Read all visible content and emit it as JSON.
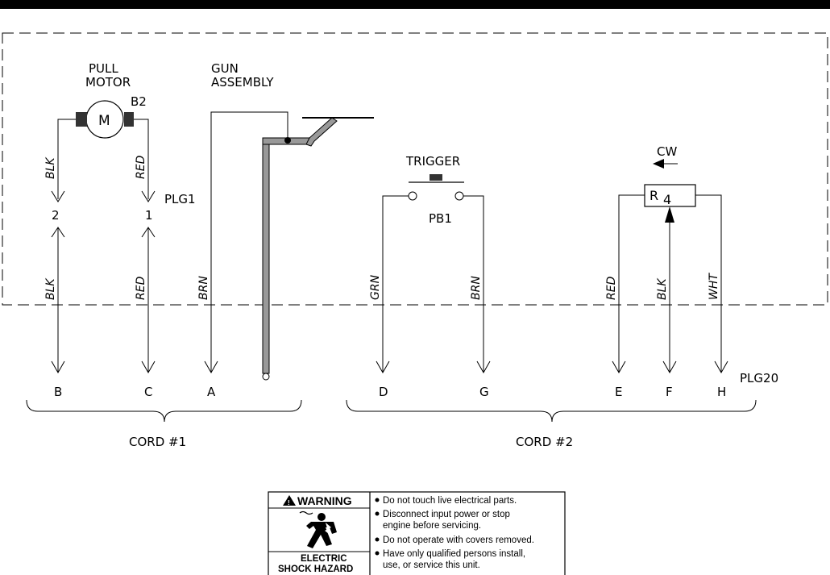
{
  "components": {
    "pull_motor": {
      "name_line1": "PULL",
      "name_line2": "MOTOR",
      "symbol": "M",
      "ref": "B2"
    },
    "gun_assembly": {
      "name_line1": "GUN",
      "name_line2": "ASSEMBLY"
    },
    "trigger": {
      "name": "TRIGGER",
      "ref": "PB1"
    },
    "potentiometer": {
      "ref_letter": "R",
      "ref_number": "4",
      "direction": "CW"
    }
  },
  "plugs": {
    "plg1": {
      "label": "PLG1",
      "pin_left": "2",
      "pin_right": "1"
    },
    "plg20": {
      "label": "PLG20"
    }
  },
  "wires": {
    "motor_left_upper": "BLK",
    "motor_right_upper": "RED",
    "motor_left_lower": "BLK",
    "motor_right_lower": "RED",
    "gun": "BRN",
    "trigger_left": "GRN",
    "trigger_right": "BRN",
    "pot_left": "RED",
    "pot_wiper": "BLK",
    "pot_right": "WHT"
  },
  "terminals": [
    "B",
    "C",
    "A",
    "D",
    "G",
    "E",
    "F",
    "H"
  ],
  "cords": {
    "cord1": "CORD  #1",
    "cord2": "CORD  #2"
  },
  "warning": {
    "title": "WARNING",
    "hazard_line1": "ELECTRIC",
    "hazard_line2": "SHOCK HAZARD",
    "items": [
      {
        "line1": "Do not touch live electrical parts.",
        "line2": ""
      },
      {
        "line1": "Disconnect input power or stop",
        "line2": "engine before servicing."
      },
      {
        "line1": "Do not operate with covers removed.",
        "line2": ""
      },
      {
        "line1": "Have only qualified persons install,",
        "line2": "use, or service this unit."
      }
    ]
  }
}
